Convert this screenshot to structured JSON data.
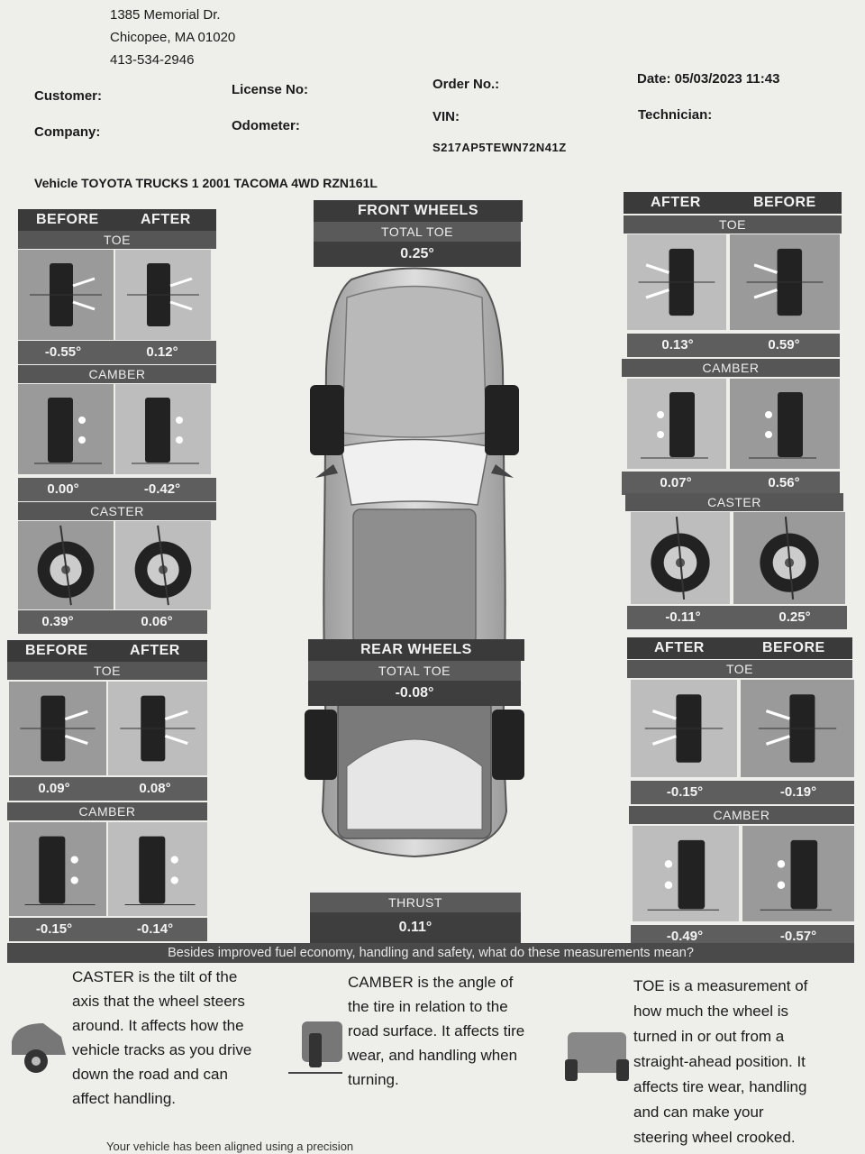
{
  "shop": {
    "street": "1385 Memorial Dr.",
    "city": "Chicopee, MA 01020",
    "phone": "413-534-2946"
  },
  "header": {
    "customer_label": "Customer:",
    "license_label": "License No:",
    "order_label": "Order No.:",
    "date_label": "Date: 05/03/2023 11:43",
    "company_label": "Company:",
    "odometer_label": "Odometer:",
    "vin_label": "VIN:",
    "technician_label": "Technician:",
    "vin_value": "S217AP5TEWN72N41Z"
  },
  "vehicle": "Vehicle TOYOTA TRUCKS 1 2001 TACOMA 4WD RZN161L",
  "labels": {
    "before": "BEFORE",
    "after": "AFTER",
    "toe": "TOE",
    "camber": "CAMBER",
    "caster": "CASTER"
  },
  "front": {
    "title": "FRONT WHEELS",
    "total_toe_label": "TOTAL TOE",
    "total_toe": "0.25°",
    "left": {
      "toe_before": "-0.55°",
      "toe_after": "0.12°",
      "camber_before": "0.00°",
      "camber_after": "-0.42°",
      "caster_before": "0.39°",
      "caster_after": "0.06°"
    },
    "right": {
      "toe_after": "0.13°",
      "toe_before": "0.59°",
      "camber_after": "0.07°",
      "camber_before": "0.56°",
      "caster_after": "-0.11°",
      "caster_before": "0.25°"
    }
  },
  "rear": {
    "title": "REAR WHEELS",
    "total_toe_label": "TOTAL TOE",
    "total_toe": "-0.08°",
    "thrust_label": "THRUST",
    "thrust": "0.11°",
    "left": {
      "toe_before": "0.09°",
      "toe_after": "0.08°",
      "camber_before": "-0.15°",
      "camber_after": "-0.14°"
    },
    "right": {
      "toe_after": "-0.15°",
      "toe_before": "-0.19°",
      "camber_after": "-0.49°",
      "camber_before": "-0.57°"
    }
  },
  "explain": {
    "question": "Besides improved fuel economy, handling and safety, what do these measurements mean?",
    "caster": [
      "CASTER is the tilt of the",
      "axis that the wheel steers",
      "around. It affects how the",
      "vehicle tracks as you drive",
      "down the road and can",
      "affect handling."
    ],
    "camber": [
      "CAMBER is the angle of",
      "the tire in relation to the",
      "road surface. It affects tire",
      "wear, and handling when",
      "turning."
    ],
    "toe": [
      "TOE is a measurement of",
      "how much the wheel is",
      "turned in or out from a",
      "straight-ahead position. It",
      "affects tire wear, handling",
      "and can make your",
      "steering wheel crooked."
    ]
  },
  "footer": "Your vehicle has been aligned using a precision"
}
